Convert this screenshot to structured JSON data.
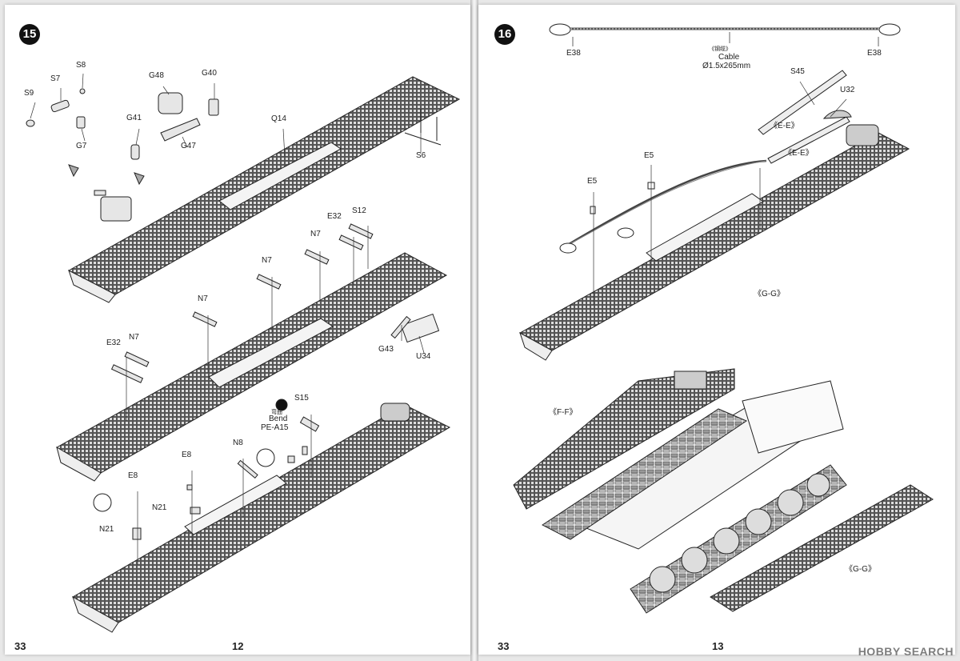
{
  "left_page": {
    "step_number": "15",
    "footer_left": "33",
    "footer_center": "12",
    "labels": {
      "s8": "S8",
      "s7": "S7",
      "s9": "S9",
      "g7": "G7",
      "g48": "G48",
      "g40": "G40",
      "g41": "G41",
      "g47": "G47",
      "q14": "Q14",
      "s6": "S6",
      "e32a": "E32",
      "s12": "S12",
      "n7a": "N7",
      "n7b": "N7",
      "n7c": "N7",
      "e32b": "E32",
      "n7d": "N7",
      "g43": "G43",
      "u34": "U34",
      "s15": "S15",
      "bend_cn": "弯曲",
      "bend": "Bend",
      "pe_a15": "PE-A15",
      "n8": "N8",
      "e8a": "E8",
      "e8b": "E8",
      "n21a": "N21",
      "n21b": "N21"
    }
  },
  "right_page": {
    "step_number": "16",
    "footer_left": "33",
    "footer_center": "13",
    "labels": {
      "e38_left": "E38",
      "e38_right": "E38",
      "cable_cn": "《钢缆》",
      "cable": "Cable",
      "cable_size": "Ø1.5x265mm",
      "s45": "S45",
      "u32": "U32",
      "ee1": "《E-E》",
      "ee2": "《E-E》",
      "e5a": "E5",
      "e5b": "E5",
      "gg1": "《G-G》",
      "ff": "《F-F》",
      "gg2": "《G-G》"
    }
  },
  "watermark": {
    "brand": "HOBBY SEARCH"
  }
}
